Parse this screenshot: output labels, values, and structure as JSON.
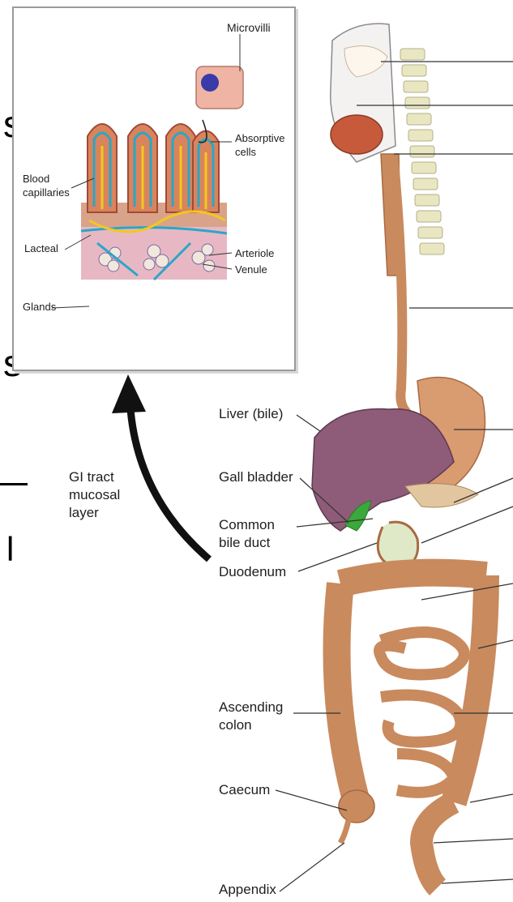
{
  "inset": {
    "microvilli": "Microvilli",
    "absorptive_cells": "Absorptive\ncells",
    "blood_capillaries": "Blood\ncapillaries",
    "lacteal": "Lacteal",
    "arteriole": "Arteriole",
    "venule": "Venule",
    "glands": "Glands"
  },
  "main_labels": {
    "gi_tract": "GI tract\nmucosal\nlayer",
    "liver": "Liver (bile)",
    "gall_bladder": "Gall bladder",
    "common_bile_duct": "Common\nbile duct",
    "duodenum": "Duodenum",
    "ascending_colon": "Ascending\ncolon",
    "caecum": "Caecum",
    "appendix": "Appendix"
  },
  "edge_text": {
    "s1": "s",
    "s2": "s",
    "bar": "l"
  },
  "colors": {
    "gut": "#c98a5e",
    "gut_dark": "#a86a42",
    "liver": "#8e5c78",
    "gall": "#3aa83a",
    "bone": "#e9e6c2",
    "capillary": "#2aa6c8",
    "lacteal": "#f2c81e",
    "villus": "#d9845c"
  }
}
